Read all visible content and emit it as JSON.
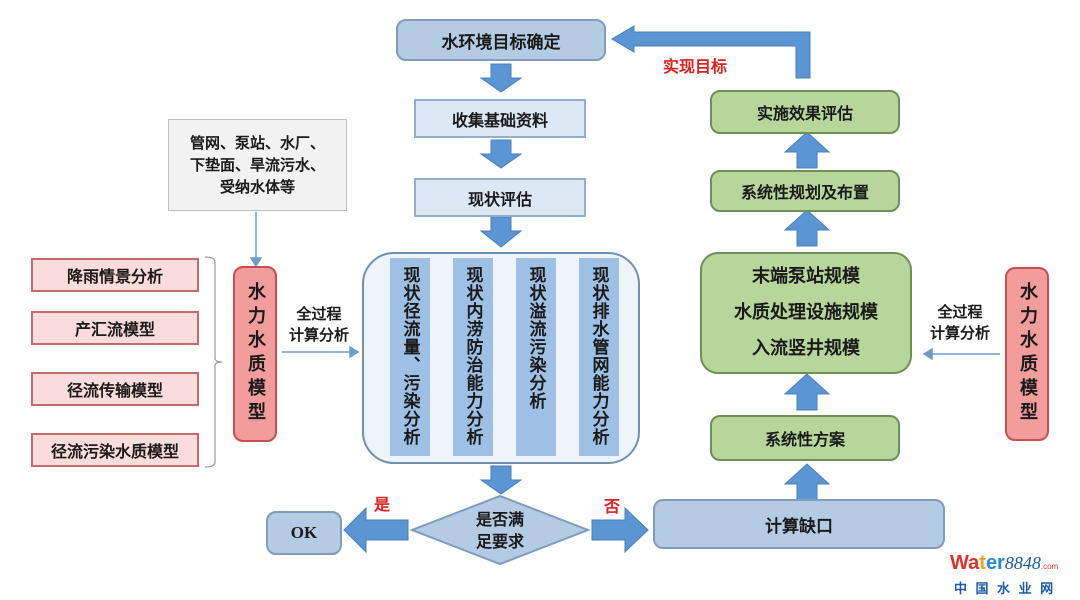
{
  "flow": {
    "goal": "水环境目标确定",
    "collect": "收集基础资料",
    "assess": "现状评估",
    "analysis_columns": [
      "现状径流量、污染分析",
      "现状内涝防治能力分析",
      "现状溢流污染分析",
      "现状排水管网能力分析"
    ],
    "decision": "是否满足要求",
    "decision_line1": "是否满",
    "decision_line2": "足要求",
    "yes_label": "是",
    "no_label": "否",
    "ok": "OK",
    "gap": "计算缺口",
    "system_scheme": "系统性方案",
    "scale_lines": [
      "末端泵站规模",
      "水质处理设施规模",
      "入流竖井规模"
    ],
    "planning": "系统性规划及布置",
    "evaluation": "实施效果评估",
    "achieve_goal": "实现目标"
  },
  "inputs": {
    "sources_lines": [
      "管网、泵站、水厂、",
      "下垫面、旱流污水、",
      "受纳水体等"
    ],
    "models": [
      "降雨情景分析",
      "产汇流模型",
      "径流传输模型",
      "径流污染水质模型"
    ],
    "model_left": "水力水质模型",
    "model_right": "水力水质模型",
    "process_left_1": "全过程",
    "process_left_2": "计算分析",
    "process_right_1": "全过程",
    "process_right_2": "计算分析"
  },
  "watermark": {
    "brand_w": "Wa",
    "brand_t": "t",
    "brand_er": "er",
    "brand_num": "8848",
    "brand_com": ".com",
    "subtitle": "中 国 水 业 网"
  },
  "colors": {
    "arrow": "#5b95d4",
    "red_text": "#e02020"
  }
}
